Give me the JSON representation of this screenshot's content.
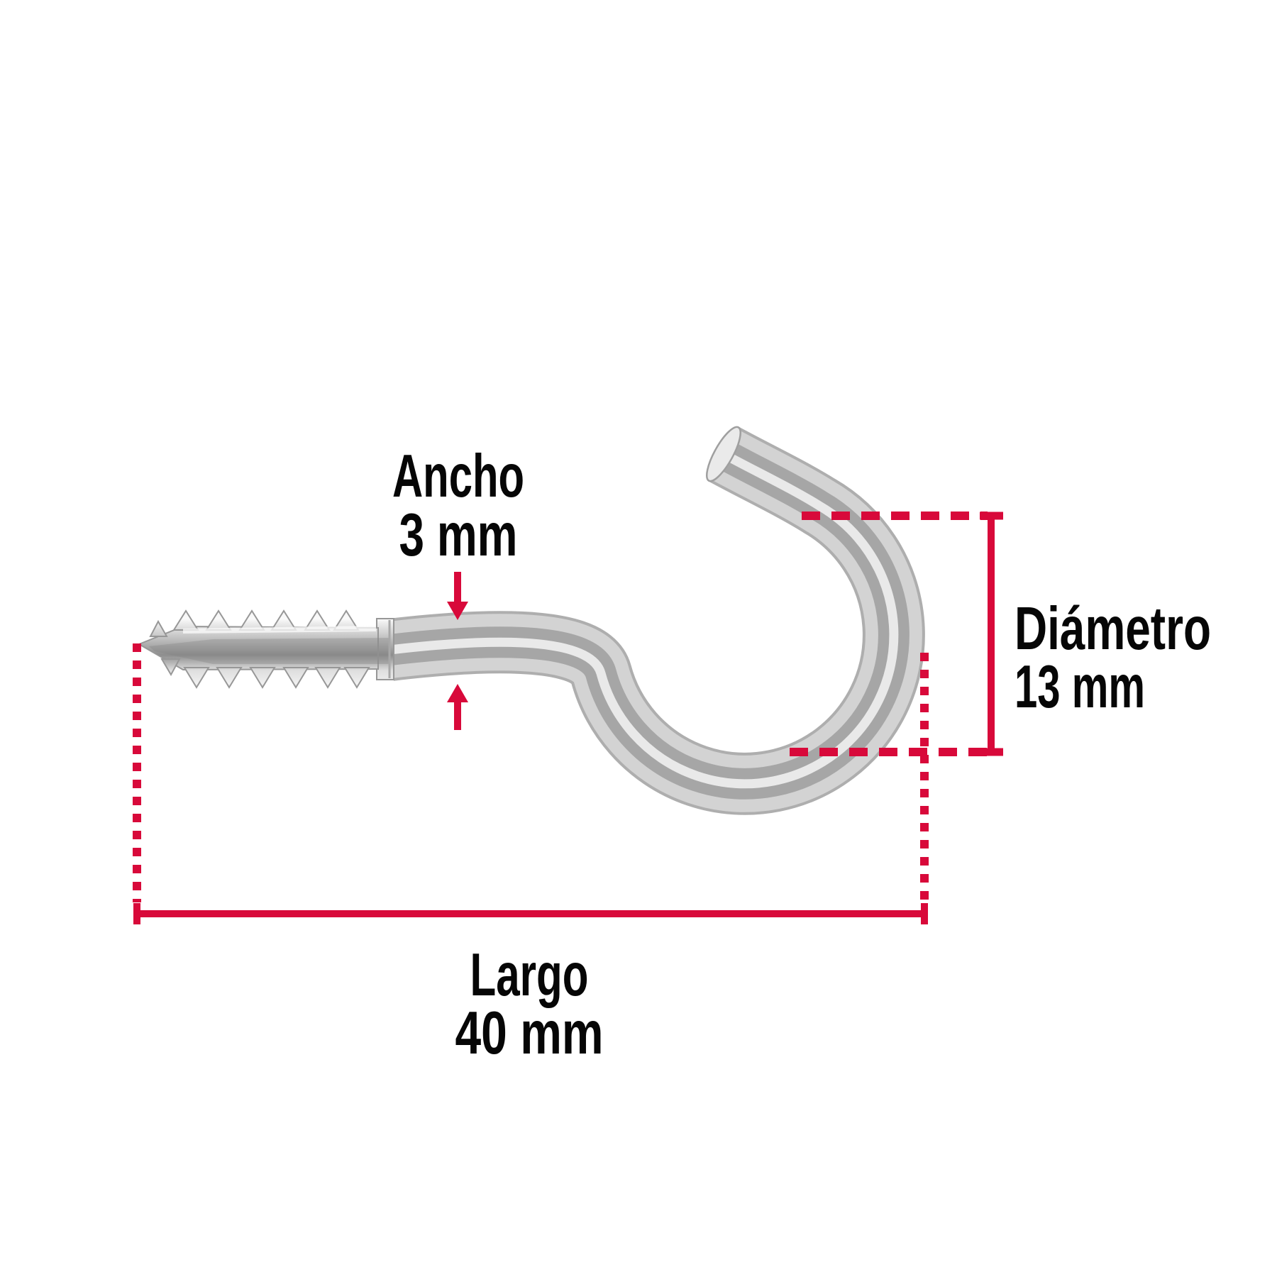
{
  "diagram": {
    "kind": "product-dimension-diagram",
    "subject": "screw-in cup hook",
    "background": "#ffffff",
    "colors": {
      "dimension_red": "#d8093a",
      "label_text": "#060606",
      "metal_light": "#f2f2f2",
      "metal_mid": "#c9c9c9",
      "metal_dark": "#8d8d8d"
    },
    "dimensions": {
      "width": {
        "label": "Ancho",
        "value": "3 mm"
      },
      "diameter": {
        "label": "Diámetro",
        "value": "13 mm"
      },
      "length": {
        "label": "Largo",
        "value": "40 mm"
      }
    }
  }
}
